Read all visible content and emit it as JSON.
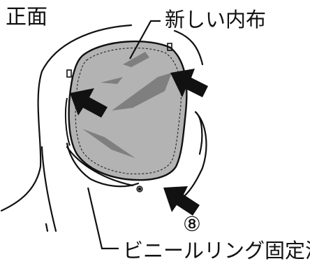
{
  "labels": {
    "view": "正面",
    "new_liner": "新しい内布",
    "step_marker": "⑧",
    "vinyl_ring_groove": "ビニールリング固定溝"
  },
  "colors": {
    "liner_fill": "#b3b3b3",
    "fold_shade": "#7f7f7f",
    "outline": "#111111",
    "background": "#ffffff"
  }
}
